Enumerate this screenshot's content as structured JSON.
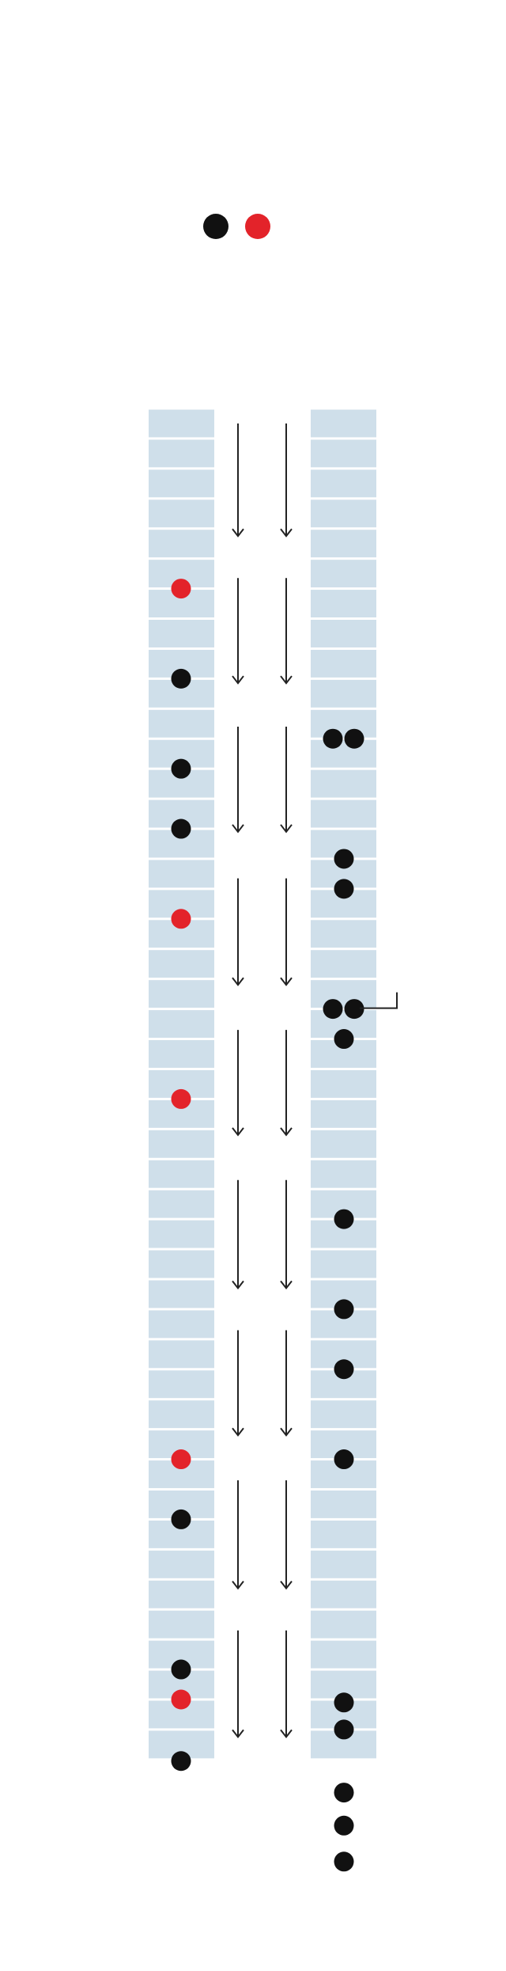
{
  "colors": {
    "black": "#111111",
    "red": "#e3232a",
    "cell": "#cfdfea",
    "arrow": "#222222"
  },
  "legend_dots": [
    "black",
    "red"
  ],
  "columns": {
    "cell_count": 45,
    "left_dots": [
      {
        "pos": 6.0,
        "color": "red"
      },
      {
        "pos": 9.0,
        "color": "black"
      },
      {
        "pos": 12.0,
        "color": "black"
      },
      {
        "pos": 14.0,
        "color": "black"
      },
      {
        "pos": 17.0,
        "color": "red"
      },
      {
        "pos": 23.0,
        "color": "red"
      },
      {
        "pos": 35.0,
        "color": "red"
      },
      {
        "pos": 37.0,
        "color": "black"
      },
      {
        "pos": 42.0,
        "color": "black"
      },
      {
        "pos": 43.0,
        "color": "red"
      },
      {
        "pos": 45.05,
        "color": "black"
      }
    ],
    "right_dots": [
      {
        "pos": 11.0,
        "count": 2
      },
      {
        "pos": 15.0,
        "count": 1
      },
      {
        "pos": 16.0,
        "count": 1
      },
      {
        "pos": 20.0,
        "count": 2,
        "bracket": true
      },
      {
        "pos": 21.0,
        "count": 1
      },
      {
        "pos": 27.0,
        "count": 1
      },
      {
        "pos": 30.0,
        "count": 1
      },
      {
        "pos": 32.0,
        "count": 1
      },
      {
        "pos": 35.0,
        "count": 1
      },
      {
        "pos": 43.1,
        "count": 1
      },
      {
        "pos": 44.0,
        "count": 1
      },
      {
        "pos": 46.1,
        "count": 1
      },
      {
        "pos": 47.2,
        "count": 1
      },
      {
        "pos": 48.4,
        "count": 1
      }
    ],
    "arrow_segments": [
      [
        0.5,
        4.25
      ],
      [
        5.65,
        9.15
      ],
      [
        10.6,
        14.1
      ],
      [
        15.65,
        19.2
      ],
      [
        20.7,
        24.2
      ],
      [
        25.7,
        29.3
      ],
      [
        30.7,
        34.2
      ],
      [
        35.7,
        39.3
      ],
      [
        40.7,
        44.25
      ]
    ]
  }
}
